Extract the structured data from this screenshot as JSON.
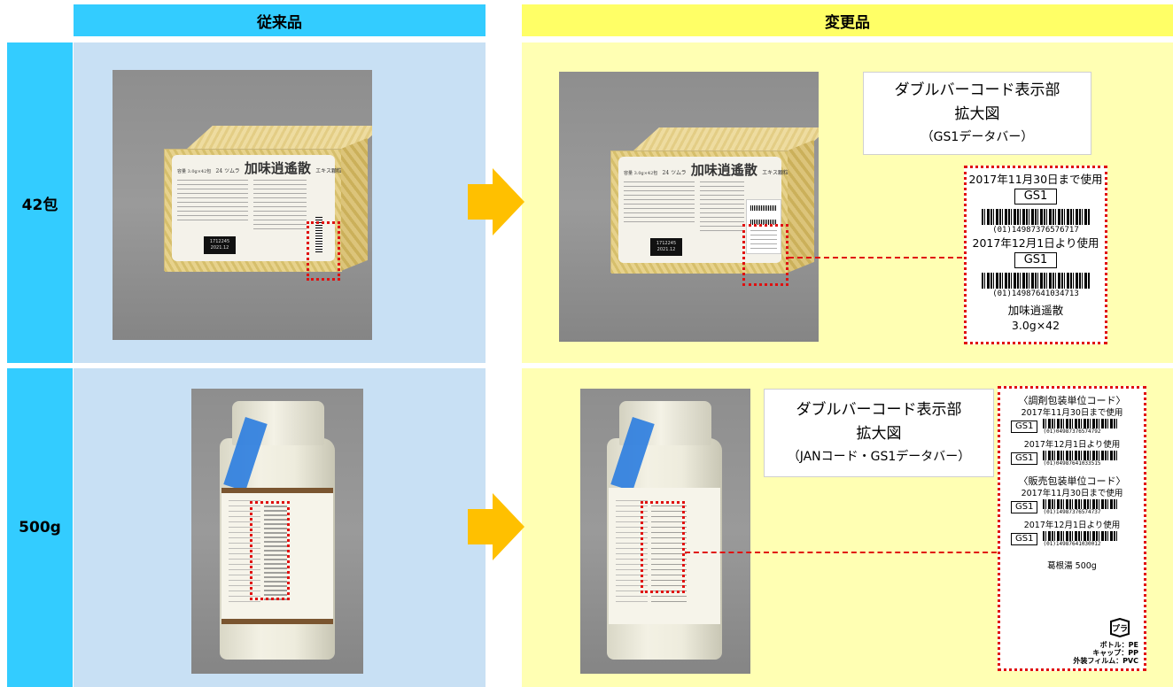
{
  "headers": {
    "old": "従来品",
    "new": "変更品"
  },
  "rows": [
    {
      "label": "42包",
      "product_text": {
        "count": "容量 3.0g×42包",
        "brand": "24 ツムラ",
        "name": "加味逍遙散",
        "suffix": "エキス顆粒",
        "lot_old": "1712245",
        "exp_old": "2021.12",
        "lot_new": "1712245",
        "exp_new": "2021.12"
      },
      "callout": [
        "ダブルバーコード表示部",
        "拡大図",
        "（GS1データバー）"
      ],
      "zoom": {
        "date1": "2017年11月30日まで使用",
        "gs1_1": "GS1",
        "code1": "(01)14987376576717",
        "date2": "2017年12月1日より使用",
        "gs1_2": "GS1",
        "code2": "(01)14987641034713",
        "product_name": "加味逍遥散",
        "product_size": "3.0g×42"
      }
    },
    {
      "label": "500g",
      "callout": [
        "ダブルバーコード表示部",
        "拡大図",
        "（JANコード・GS1データバー）"
      ],
      "zoom": {
        "dispensing_head": "〈調剤包装単位コード〉",
        "d_date1": "2017年11月30日まで使用",
        "d_gs1_1": "GS1",
        "d_code1": "(01)04987376574792",
        "d_date2": "2017年12月1日より使用",
        "d_gs1_2": "GS1",
        "d_code2": "(01)04987641033515",
        "sales_head": "〈販売包装単位コード〉",
        "s_date1": "2017年11月30日まで使用",
        "s_gs1_1": "GS1",
        "s_code1": "(01)14987376574737",
        "s_date2": "2017年12月1日より使用",
        "s_gs1_2": "GS1",
        "s_code2": "(01)14987641030012",
        "product": "葛根湯 500g",
        "recycle_symbol": "プラ",
        "materials": [
          "ボトル：PE",
          "キャップ：PP",
          "外装フィルム：PVC"
        ]
      }
    }
  ],
  "colors": {
    "header_old": "#33ccff",
    "header_new": "#ffff66",
    "cell_old": "#c8e0f4",
    "cell_new": "#ffffb3",
    "arrow": "#ffc000",
    "highlight": "#e01010"
  }
}
